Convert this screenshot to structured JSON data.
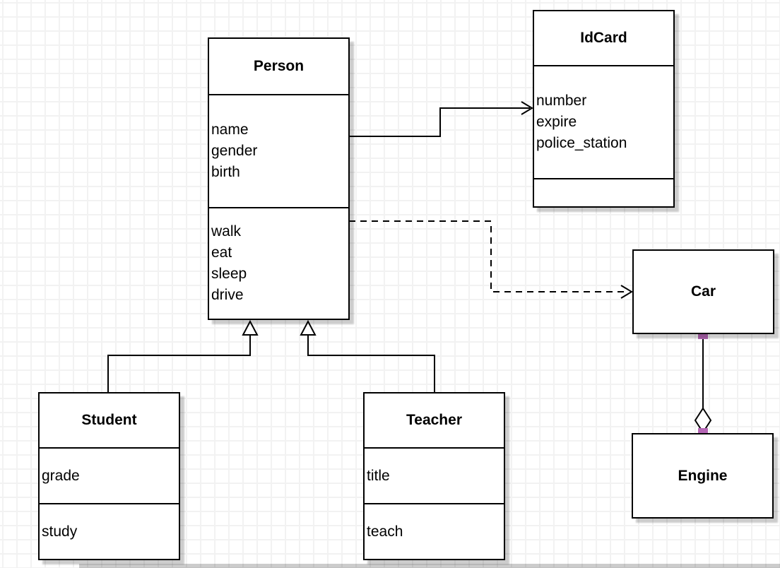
{
  "diagram": {
    "kind": "uml-class-diagram",
    "colors": {
      "stroke": "#000000",
      "fill": "#ffffff",
      "grid_line": "#f2f2f2",
      "shadow": "rgba(0,0,0,0.2)",
      "connection_point": "#b566b5"
    },
    "classes": {
      "person": {
        "title": "Person",
        "attributes": [
          "name",
          "gender",
          "birth"
        ],
        "methods": [
          "walk",
          "eat",
          "sleep",
          "drive"
        ]
      },
      "idcard": {
        "title": "IdCard",
        "attributes": [
          "number",
          "expire",
          "police_station"
        ],
        "methods": []
      },
      "car": {
        "title": "Car"
      },
      "engine": {
        "title": "Engine"
      },
      "student": {
        "title": "Student",
        "attributes": [
          "grade"
        ],
        "methods": [
          "study"
        ]
      },
      "teacher": {
        "title": "Teacher",
        "attributes": [
          "title"
        ],
        "methods": [
          "teach"
        ]
      }
    },
    "relationships": [
      {
        "from": "Person",
        "to": "IdCard",
        "type": "association",
        "line": "solid",
        "arrow": "open"
      },
      {
        "from": "Person",
        "to": "Car",
        "type": "dependency",
        "line": "dashed",
        "arrow": "open"
      },
      {
        "from": "Student",
        "to": "Person",
        "type": "generalization",
        "line": "solid",
        "arrow": "hollow-triangle"
      },
      {
        "from": "Teacher",
        "to": "Person",
        "type": "generalization",
        "line": "solid",
        "arrow": "hollow-triangle"
      },
      {
        "from": "Car",
        "to": "Engine",
        "type": "aggregation",
        "line": "solid",
        "arrow": "hollow-diamond"
      }
    ]
  }
}
